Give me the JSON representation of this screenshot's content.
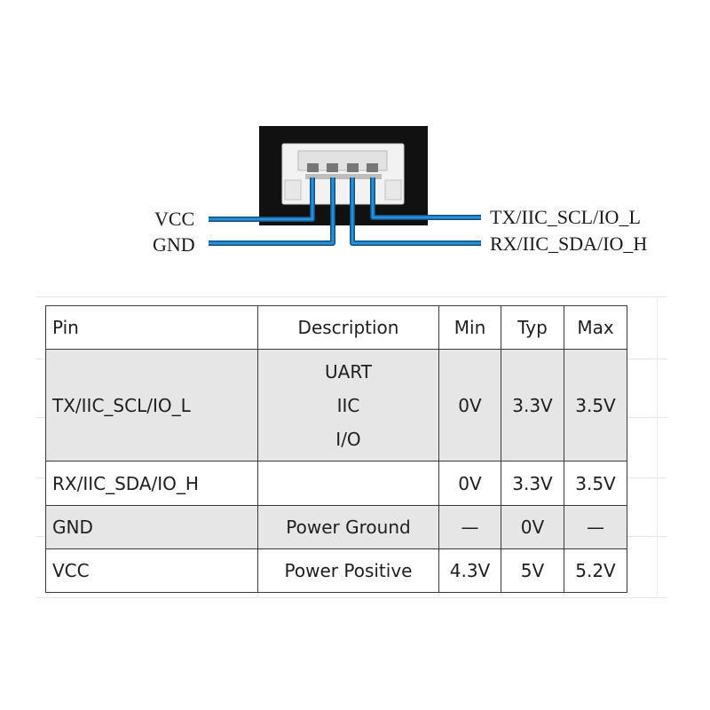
{
  "connector_pins": {
    "vcc": "VCC",
    "gnd": "GND",
    "tx": "TX/IIC_SCL/IO_L",
    "rx": "RX/IIC_SDA/IO_H"
  },
  "colors": {
    "wire": "#1f7fc4",
    "connector_body": "#111111",
    "table_shade": "#e6e6e6"
  },
  "table": {
    "headers": {
      "pin": "Pin",
      "description": "Description",
      "min": "Min",
      "typ": "Typ",
      "max": "Max"
    },
    "rows": [
      {
        "pin": "TX/IIC_SCL/IO_L",
        "description_lines": [
          "UART",
          "IIC",
          "I/O"
        ],
        "min": "0V",
        "typ": "3.3V",
        "max": "3.5V"
      },
      {
        "pin": "RX/IIC_SDA/IO_H",
        "description": "",
        "min": "0V",
        "typ": "3.3V",
        "max": "3.5V"
      },
      {
        "pin": "GND",
        "description": "Power Ground",
        "min": "—",
        "typ": "0V",
        "max": "—"
      },
      {
        "pin": "VCC",
        "description": "Power Positive",
        "min": "4.3V",
        "typ": "5V",
        "max": "5.2V"
      }
    ]
  }
}
